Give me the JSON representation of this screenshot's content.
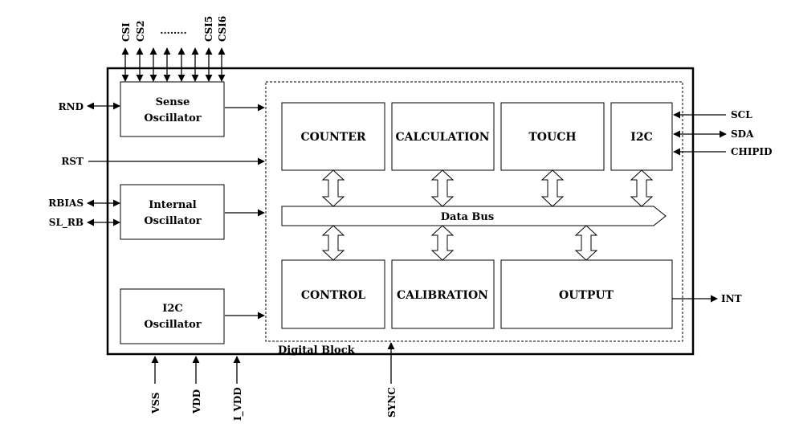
{
  "chip": {
    "csi_pins": [
      "CSI",
      "CS2",
      "CSI5",
      "CSI6"
    ],
    "csi_ellipsis": "........",
    "left_pins": {
      "rnd": "RND",
      "rst": "RST",
      "rbias": "RBIAS",
      "sl_rb": "SL_RB"
    },
    "right_pins": {
      "scl": "SCL",
      "sda": "SDA",
      "chipid": "CHIPID",
      "int": "INT"
    },
    "bottom_pins": {
      "vss": "VSS",
      "vdd": "VDD",
      "i_vdd": "I_VDD",
      "sync": "SYNC"
    }
  },
  "oscillators": {
    "sense": [
      "Sense",
      "Oscillator"
    ],
    "internal": [
      "Internal",
      "Oscillator"
    ],
    "i2c": [
      "I2C",
      "Oscillator"
    ]
  },
  "digital_block": {
    "label": "Digital Block",
    "blocks": {
      "counter": "COUNTER",
      "calculation": "CALCULATION",
      "touch": "TOUCH",
      "i2c": "I2C",
      "control": "CONTROL",
      "calibration": "CALIBRATION",
      "output": "OUTPUT"
    },
    "bus_label": "Data Bus"
  }
}
